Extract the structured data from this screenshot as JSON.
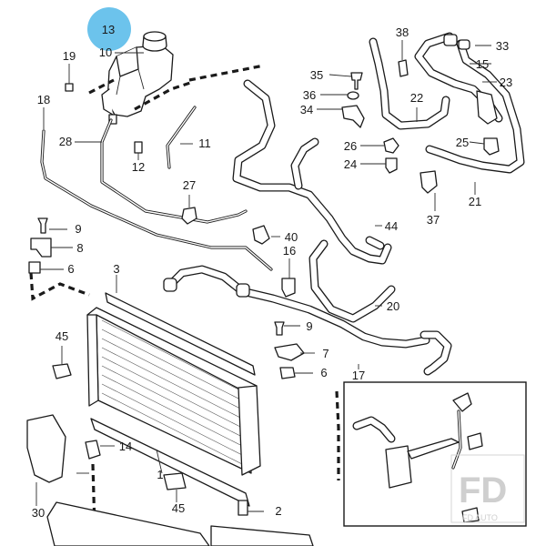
{
  "callouts": {
    "c1": "1",
    "c2": "2",
    "c3": "3",
    "c6a": "6",
    "c6b": "6",
    "c7": "7",
    "c8": "8",
    "c9a": "9",
    "c9b": "9",
    "c10": "10",
    "c11": "11",
    "c12": "12",
    "c13": "13",
    "c14": "14",
    "c15": "15",
    "c16": "16",
    "c17": "17",
    "c18": "18",
    "c19": "19",
    "c20": "20",
    "c21": "21",
    "c22": "22",
    "c23": "23",
    "c24": "24",
    "c25": "25",
    "c26": "26",
    "c27": "27",
    "c28": "28",
    "c30": "30",
    "c33": "33",
    "c34": "34",
    "c35": "35",
    "c36": "36",
    "c37": "37",
    "c38": "38",
    "c40": "40",
    "c44": "44",
    "c45a": "45",
    "c45b": "45"
  },
  "highlight": {
    "callout": "13",
    "color": "#6cc3ec"
  },
  "watermark": {
    "logo": "FD",
    "text": "FD AUTO"
  }
}
